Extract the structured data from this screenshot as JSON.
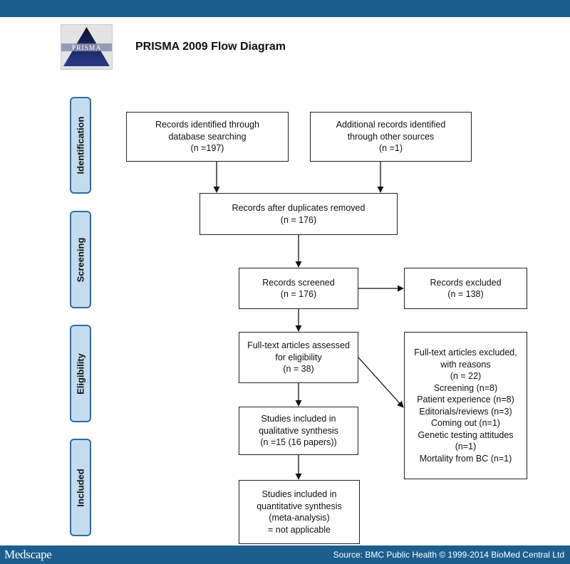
{
  "header": {
    "title": "PRISMA 2009 Flow Diagram",
    "logo_text": "PRISMA",
    "logo_icon": "prisma-triangle-logo"
  },
  "stages": [
    {
      "id": "identification",
      "label": "Identification"
    },
    {
      "id": "screening",
      "label": "Screening"
    },
    {
      "id": "eligibility",
      "label": "Eligibility"
    },
    {
      "id": "included",
      "label": "Included"
    }
  ],
  "boxes": {
    "db_search": [
      "Records identified through",
      "database searching",
      "(n =197)"
    ],
    "other_sources": [
      "Additional records identified",
      "through other sources",
      "(n =1)"
    ],
    "duplicates_removed": [
      "Records after duplicates removed",
      "(n =  176)"
    ],
    "screened": [
      "Records screened",
      "(n =  176)"
    ],
    "excluded": [
      "Records excluded",
      "(n = 138)"
    ],
    "fulltext_assessed": [
      "Full-text articles assessed",
      "for eligibility",
      "(n =  38)"
    ],
    "fulltext_excluded": [
      "Full-text articles excluded,",
      "with reasons",
      "(n =  22)",
      "Screening (n=8)",
      "Patient experience (n=8)",
      "Editorials/reviews (n=3)",
      "Coming out (n=1)",
      "Genetic testing attitudes",
      "(n=1)",
      "Mortality from BC (n=1)"
    ],
    "qualitative": [
      "Studies included in",
      "qualitative synthesis",
      "(n =15 (16 papers))"
    ],
    "quantitative": [
      "Studies included in",
      "quantitative synthesis",
      "(meta-analysis)",
      "= not applicable"
    ]
  },
  "footer": {
    "brand": "Medscape",
    "source": "Source: BMC Public Health © 1999-2014 BioMed Central Ltd"
  },
  "colors": {
    "bar": "#1c5f8f",
    "stage_fill": "#c5dcf0",
    "stage_border": "#2b6ea6"
  }
}
